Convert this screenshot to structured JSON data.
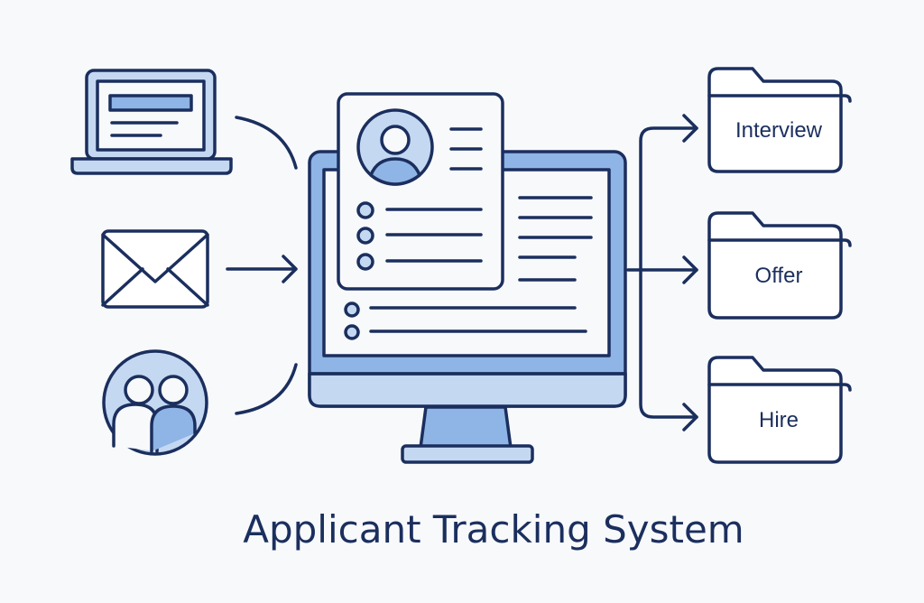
{
  "title": "Applicant Tracking System",
  "outputs": [
    {
      "label": "Interview"
    },
    {
      "label": "Offer"
    },
    {
      "label": "Hire"
    }
  ],
  "inputs": [
    "laptop-icon",
    "envelope-icon",
    "people-icon"
  ],
  "colors": {
    "stroke": "#1b2f5e",
    "mid": "#8fb4e6",
    "light": "#c5d8f2",
    "background": "#f8f9fb"
  }
}
